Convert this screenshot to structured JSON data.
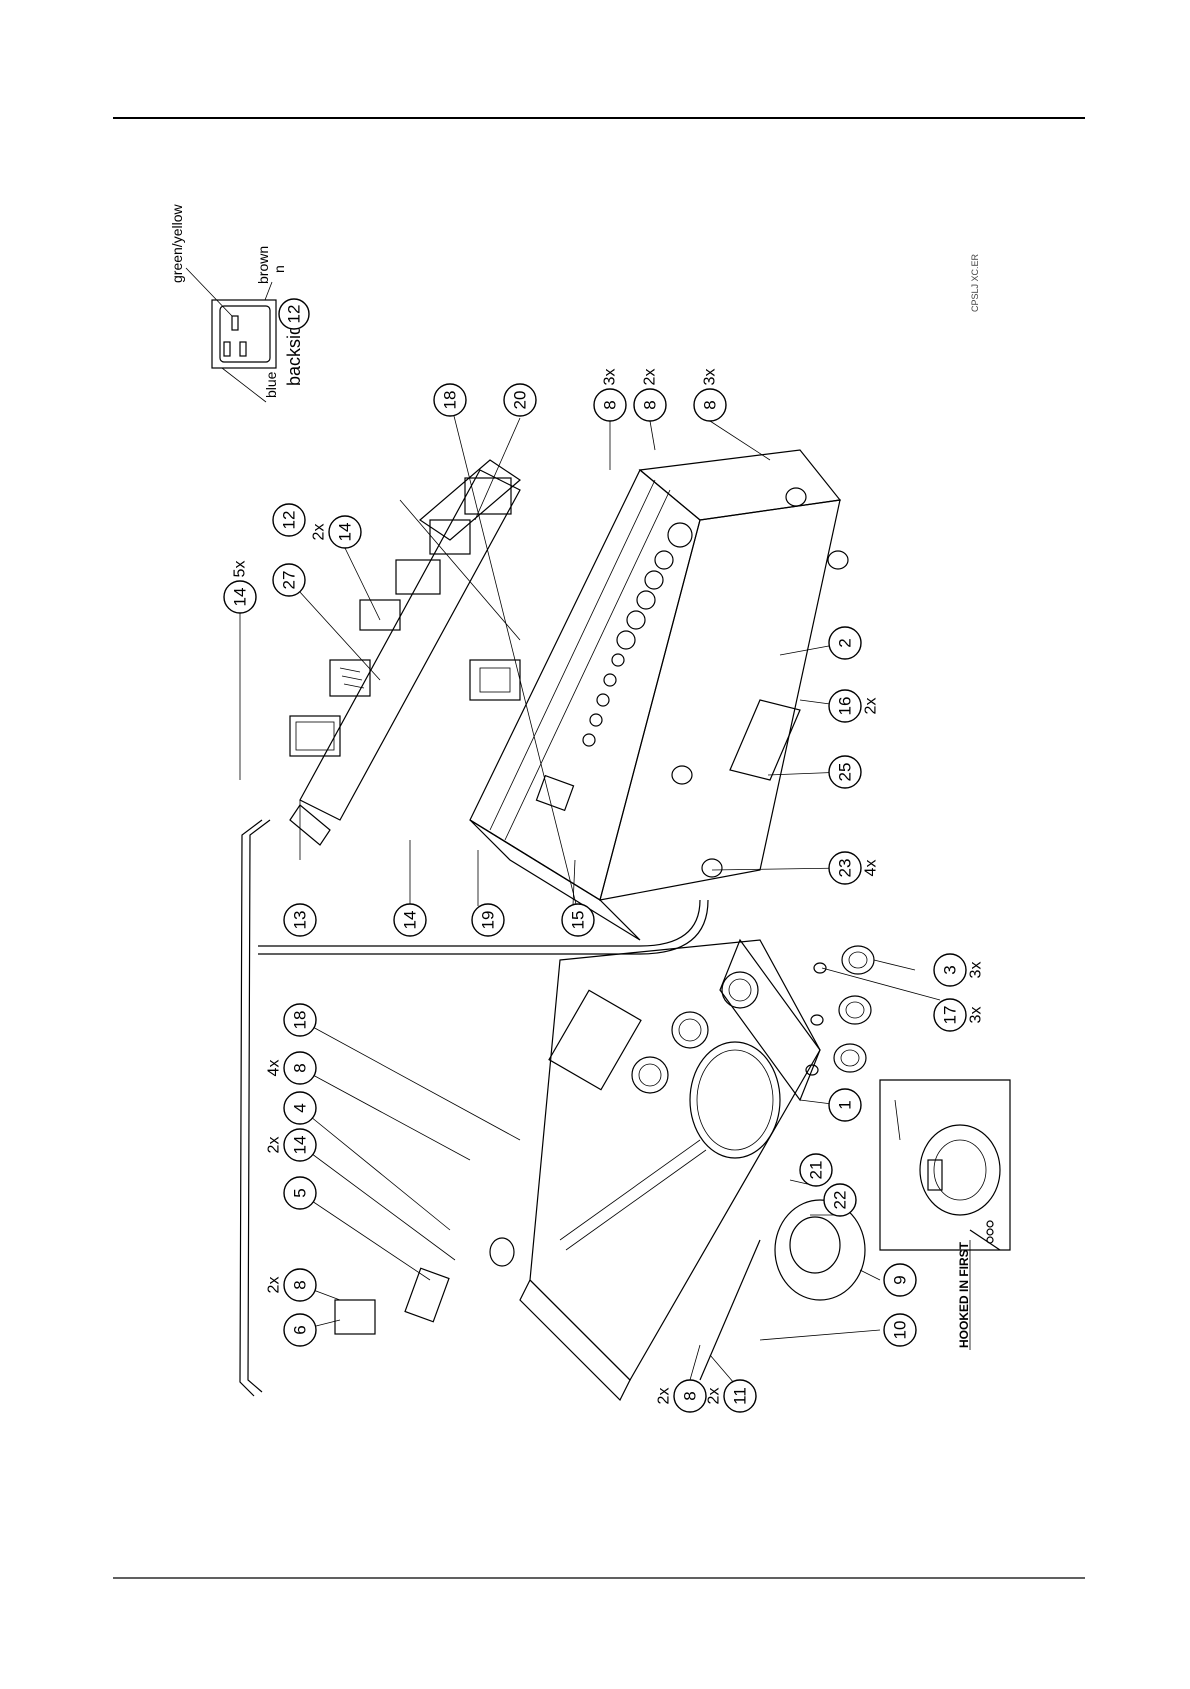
{
  "diagram": {
    "inset": {
      "wire_labels": {
        "green_yellow": "green/yellow",
        "brown": "brown",
        "brown_sub": "n",
        "blue": "blue"
      },
      "side_label": "backside",
      "part_number": "12"
    },
    "drawing_code": "CPSLJ XC.ER",
    "hook_note": "HOOKED IN FIRST",
    "callouts": [
      {
        "id": "c1",
        "num": "1",
        "qty": ""
      },
      {
        "id": "c2",
        "num": "2",
        "qty": ""
      },
      {
        "id": "c3",
        "num": "3",
        "qty": "3x"
      },
      {
        "id": "c4",
        "num": "4",
        "qty": ""
      },
      {
        "id": "c5",
        "num": "5",
        "qty": ""
      },
      {
        "id": "c6",
        "num": "6",
        "qty": ""
      },
      {
        "id": "c8a",
        "num": "8",
        "qty": "3x"
      },
      {
        "id": "c8b",
        "num": "8",
        "qty": "2x"
      },
      {
        "id": "c8c",
        "num": "8",
        "qty": "3x"
      },
      {
        "id": "c8d",
        "num": "8",
        "qty": "4x"
      },
      {
        "id": "c8e",
        "num": "8",
        "qty": "2x"
      },
      {
        "id": "c8f",
        "num": "8",
        "qty": "2x"
      },
      {
        "id": "c9",
        "num": "9",
        "qty": ""
      },
      {
        "id": "c10",
        "num": "10",
        "qty": ""
      },
      {
        "id": "c11",
        "num": "11",
        "qty": "2x"
      },
      {
        "id": "c12",
        "num": "12",
        "qty": ""
      },
      {
        "id": "c13",
        "num": "13",
        "qty": ""
      },
      {
        "id": "c14a",
        "num": "14",
        "qty": "5x"
      },
      {
        "id": "c14b",
        "num": "14",
        "qty": "2x"
      },
      {
        "id": "c14c",
        "num": "14",
        "qty": ""
      },
      {
        "id": "c14d",
        "num": "14",
        "qty": "2x"
      },
      {
        "id": "c15",
        "num": "15",
        "qty": ""
      },
      {
        "id": "c16",
        "num": "16",
        "qty": "2x"
      },
      {
        "id": "c17",
        "num": "17",
        "qty": "3x"
      },
      {
        "id": "c18a",
        "num": "18",
        "qty": ""
      },
      {
        "id": "c18b",
        "num": "18",
        "qty": ""
      },
      {
        "id": "c19",
        "num": "19",
        "qty": ""
      },
      {
        "id": "c20",
        "num": "20",
        "qty": ""
      },
      {
        "id": "c21",
        "num": "21",
        "qty": ""
      },
      {
        "id": "c22",
        "num": "22",
        "qty": ""
      },
      {
        "id": "c23",
        "num": "23",
        "qty": "4x"
      },
      {
        "id": "c25",
        "num": "25",
        "qty": ""
      },
      {
        "id": "c27",
        "num": "27",
        "qty": ""
      }
    ]
  }
}
